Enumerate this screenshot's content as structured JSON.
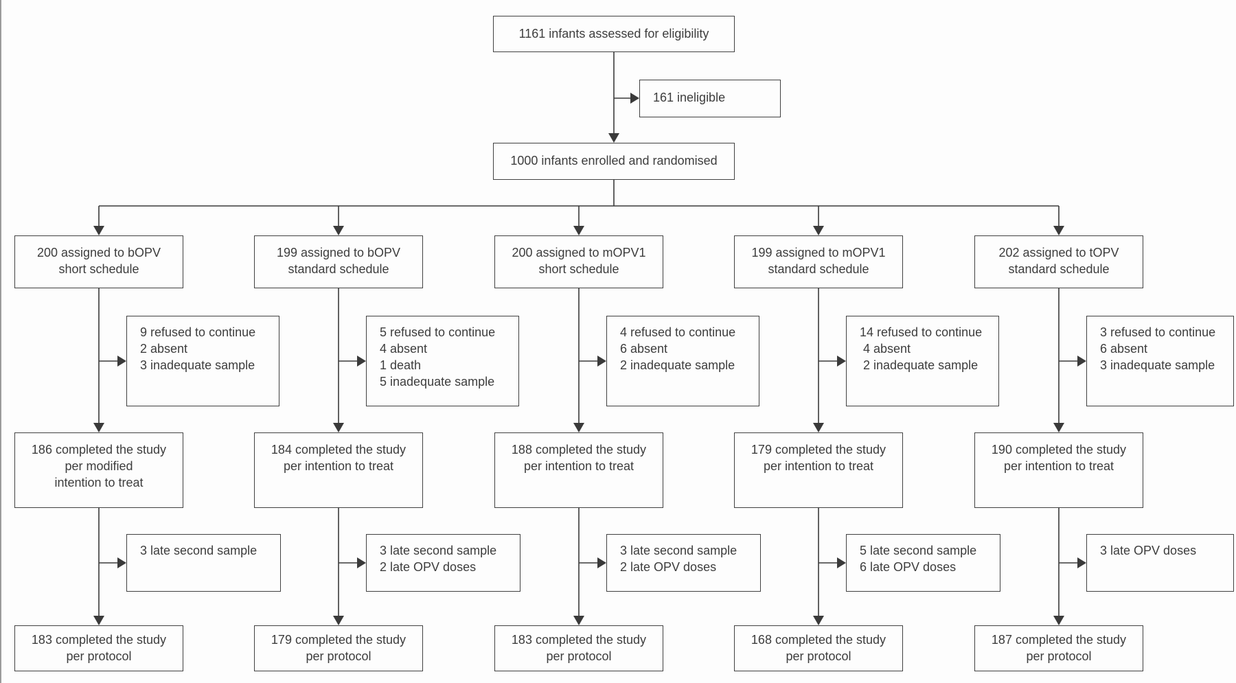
{
  "figure": {
    "assessed": [
      "1161 infants assessed for eligibility"
    ],
    "ineligible": [
      "161 ineligible"
    ],
    "enrolled": [
      "1000 infants enrolled and randomised"
    ],
    "columns": [
      {
        "assigned": [
          "200 assigned to bOPV",
          "short schedule"
        ],
        "withdrawn": [
          "9 refused to continue",
          "2 absent",
          "3 inadequate sample"
        ],
        "completed": [
          "186 completed the study",
          "per modified",
          "intention to treat"
        ],
        "late": [
          "3 late second sample"
        ],
        "per_protocol": [
          "183 completed the study",
          "per protocol"
        ]
      },
      {
        "assigned": [
          "199 assigned to bOPV",
          "standard schedule"
        ],
        "withdrawn": [
          "5 refused to continue",
          "4 absent",
          "1 death",
          "5 inadequate sample"
        ],
        "completed": [
          "184 completed the study",
          "per intention to treat"
        ],
        "late": [
          "3 late second sample",
          "2 late OPV doses"
        ],
        "per_protocol": [
          "179 completed the study",
          "per protocol"
        ]
      },
      {
        "assigned": [
          "200 assigned to mOPV1",
          "short schedule"
        ],
        "withdrawn": [
          "4 refused to continue",
          "6 absent",
          "2 inadequate sample"
        ],
        "completed": [
          "188 completed the study",
          "per intention to treat"
        ],
        "late": [
          "3 late second sample",
          "2 late OPV doses"
        ],
        "per_protocol": [
          "183 completed the study",
          "per protocol"
        ]
      },
      {
        "assigned": [
          "199 assigned to mOPV1",
          "standard schedule"
        ],
        "withdrawn": [
          "14 refused to continue",
          " 4 absent",
          " 2 inadequate sample"
        ],
        "completed": [
          "179 completed the study",
          "per intention to treat"
        ],
        "late": [
          "5 late second sample",
          "6 late OPV doses"
        ],
        "per_protocol": [
          "168 completed the study",
          "per protocol"
        ]
      },
      {
        "assigned": [
          "202 assigned to tOPV",
          "standard schedule"
        ],
        "withdrawn": [
          "3 refused to continue",
          "6 absent",
          "3 inadequate sample"
        ],
        "completed": [
          "190 completed the study",
          "per intention to treat"
        ],
        "late": [
          "3 late OPV doses"
        ],
        "per_protocol": [
          "187 completed the study",
          "per protocol"
        ]
      }
    ],
    "colors": {
      "line": "#3a3a3a",
      "box_border": "#404040",
      "text": "#3d3d3d"
    }
  }
}
